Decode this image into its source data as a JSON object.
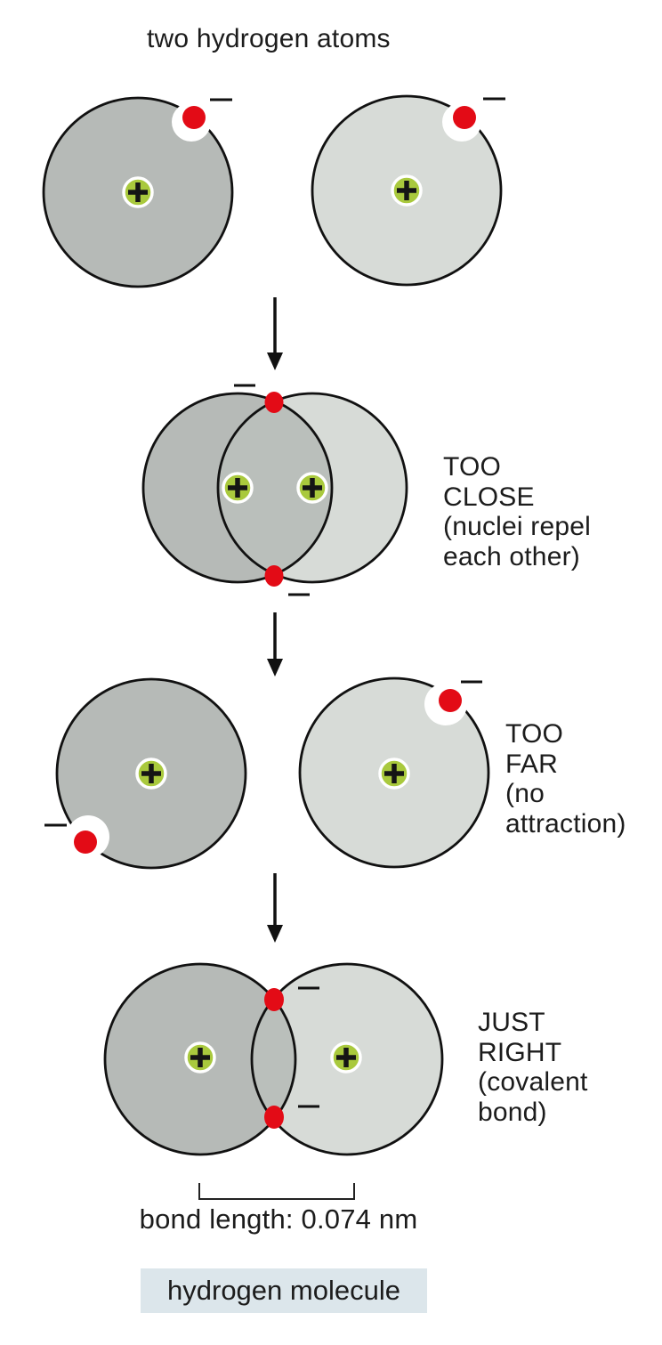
{
  "title": "two hydrogen atoms",
  "sections": {
    "too_close": {
      "label": "TOO\nCLOSE\n(nuclei repel\neach other)"
    },
    "too_far": {
      "label": "TOO\nFAR\n(no\nattraction)"
    },
    "just_right": {
      "label": "JUST\nRIGHT\n(covalent\nbond)"
    }
  },
  "bond_length_label": "bond length: 0.074 nm",
  "molecule_label": "hydrogen molecule",
  "symbols": {
    "nucleus_charge": "+",
    "electron_charge": "−"
  },
  "colors": {
    "atom_dark": "#b6bab7",
    "atom_light": "#d7dbd7",
    "overlap": "#babfbb",
    "electron_red": "#e30b16",
    "nucleus_green": "#a9c93d",
    "molecule_box": "#dce6eb",
    "text": "#1c1c1c"
  }
}
